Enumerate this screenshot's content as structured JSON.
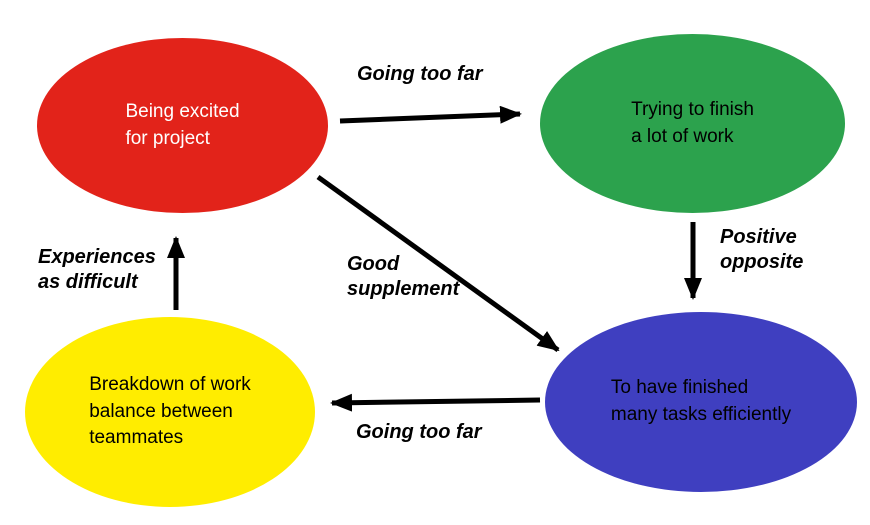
{
  "diagram": {
    "background": "#ffffff",
    "arrow_color": "#000000",
    "nodes": [
      {
        "id": "being-excited",
        "label": "Being excited\nfor project",
        "fill": "#e2231a",
        "text_color": "#ffffff"
      },
      {
        "id": "trying-to-finish",
        "label": "Trying to finish\na lot of work",
        "fill": "#2ca24d",
        "text_color": "#000000"
      },
      {
        "id": "finished-tasks",
        "label": "To have finished\nmany tasks efficiently",
        "fill": "#3f3fc0",
        "text_color": "#000000"
      },
      {
        "id": "work-breakdown",
        "label": "Breakdown of work\nbalance between\nteammates",
        "fill": "#ffed00",
        "text_color": "#000000"
      }
    ],
    "edges": [
      {
        "id": "excited-to-trying",
        "label": "Going too far"
      },
      {
        "id": "trying-to-finished",
        "label": "Positive\nopposite"
      },
      {
        "id": "excited-to-finished",
        "label": "Good\nsupplement"
      },
      {
        "id": "finished-to-breakdown",
        "label": "Going too far"
      },
      {
        "id": "breakdown-to-excited",
        "label": "Experiences\nas difficult"
      }
    ]
  }
}
